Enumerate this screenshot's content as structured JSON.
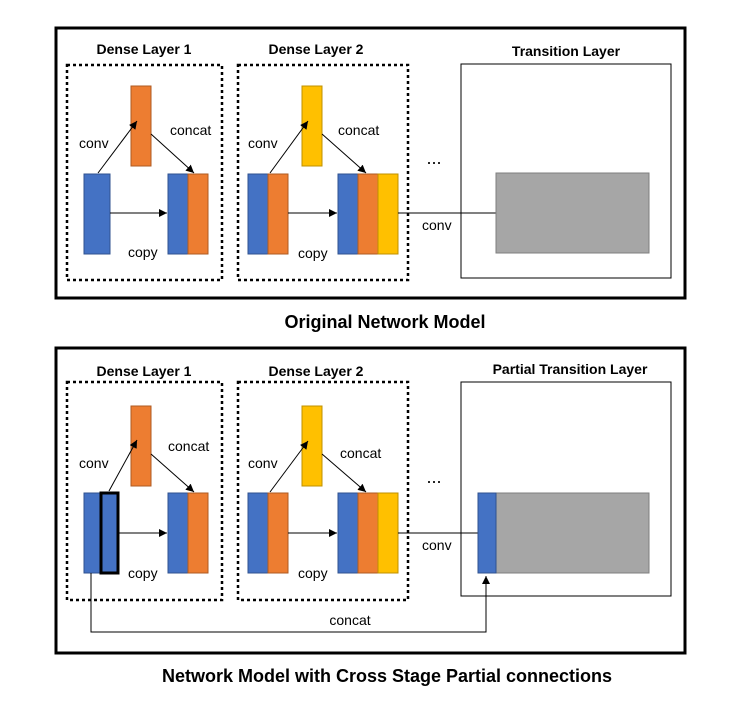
{
  "colors": {
    "blue": "#4472c4",
    "orange": "#ed7d31",
    "yellow": "#ffc000",
    "gray": "#a6a6a6",
    "outline": "#000000"
  },
  "top_panel": {
    "caption": "Original Network Model",
    "dense_layer_1": {
      "title": "Dense Layer 1",
      "conv": "conv",
      "concat": "concat",
      "copy": "copy"
    },
    "dense_layer_2": {
      "title": "Dense Layer 2",
      "conv": "conv",
      "concat": "concat",
      "copy": "copy"
    },
    "ellipsis": "...",
    "conv_to_transition": "conv",
    "transition": {
      "title": "Transition Layer"
    }
  },
  "bottom_panel": {
    "caption": "Network Model with Cross Stage Partial connections",
    "dense_layer_1": {
      "title": "Dense Layer 1",
      "conv": "conv",
      "concat": "concat",
      "copy": "copy"
    },
    "dense_layer_2": {
      "title": "Dense Layer 2",
      "conv": "conv",
      "concat": "concat",
      "copy": "copy"
    },
    "ellipsis": "...",
    "conv_to_transition": "conv",
    "transition": {
      "title": "Partial Transition Layer"
    },
    "bypass_concat": "concat"
  }
}
